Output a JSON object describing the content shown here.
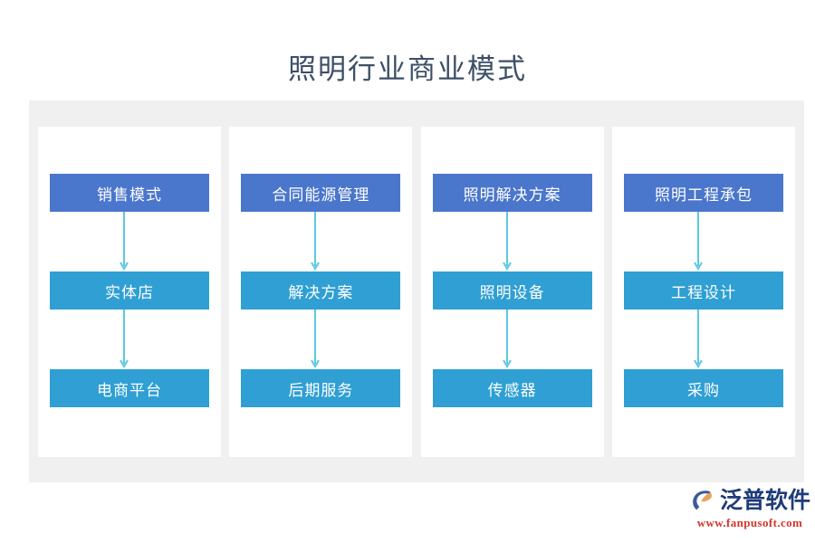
{
  "title": "照明行业商业模式",
  "colors": {
    "title_text": "#3d4f67",
    "panel_background": "#f0f0f0",
    "card_background": "#ffffff",
    "node_level_0": "#4a76cc",
    "node_level_1": "#2f9fd4",
    "node_level_2": "#2f9fd4",
    "arrow": "#5ec8e2",
    "logo_text": "#1f3b7a",
    "logo_url": "#d4342a",
    "logo_mark_primary": "#3c5a9a",
    "logo_mark_accent": "#e8a35a"
  },
  "diagram": {
    "type": "flowchart",
    "orientation": "vertical-columns",
    "columns": [
      {
        "id": "column-1",
        "nodes": [
          {
            "label": "销售模式",
            "level": 0
          },
          {
            "label": "实体店",
            "level": 1
          },
          {
            "label": "电商平台",
            "level": 2
          }
        ],
        "arrows": [
          {
            "from": "销售模式",
            "to": "实体店"
          },
          {
            "from": "实体店",
            "to": "电商平台"
          }
        ]
      },
      {
        "id": "column-2",
        "nodes": [
          {
            "label": "合同能源管理",
            "level": 0
          },
          {
            "label": "解决方案",
            "level": 1
          },
          {
            "label": "后期服务",
            "level": 2
          }
        ],
        "arrows": [
          {
            "from": "合同能源管理",
            "to": "解决方案"
          },
          {
            "from": "解决方案",
            "to": "后期服务"
          }
        ]
      },
      {
        "id": "column-3",
        "nodes": [
          {
            "label": "照明解决方案",
            "level": 0
          },
          {
            "label": "照明设备",
            "level": 1
          },
          {
            "label": "传感器",
            "level": 2
          }
        ],
        "arrows": [
          {
            "from": "照明解决方案",
            "to": "照明设备"
          },
          {
            "from": "照明设备",
            "to": "传感器"
          }
        ]
      },
      {
        "id": "column-4",
        "nodes": [
          {
            "label": "照明工程承包",
            "level": 0
          },
          {
            "label": "工程设计",
            "level": 1
          },
          {
            "label": "采购",
            "level": 2
          }
        ],
        "arrows": [
          {
            "from": "照明工程承包",
            "to": "工程设计"
          },
          {
            "from": "工程设计",
            "to": "采购"
          }
        ]
      }
    ]
  },
  "logo": {
    "name": "泛普软件",
    "url": "www.fanpusoft.com",
    "mark_icon": "fanpu-c-mark-icon"
  }
}
